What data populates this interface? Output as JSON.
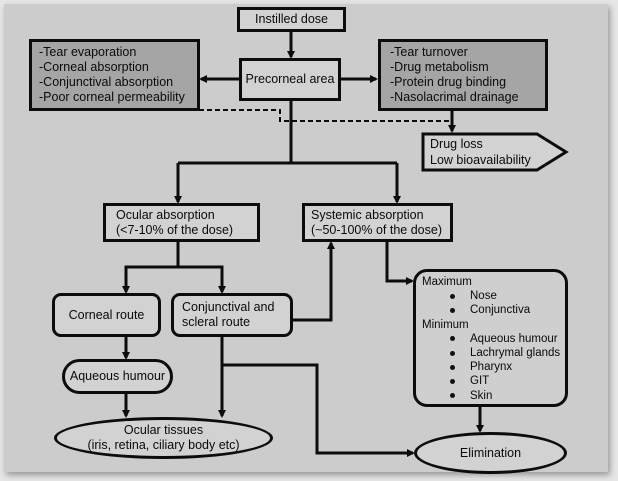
{
  "diagram": {
    "instilled_dose": "Instilled dose",
    "precorneal_area": "Precorneal area",
    "left_losses": [
      "-Tear evaporation",
      "-Corneal absorption",
      "-Conjunctival absorption",
      "-Poor corneal permeability"
    ],
    "right_losses": [
      "-Tear turnover",
      "-Drug metabolism",
      "-Protein drug binding",
      "-Nasolacrimal drainage"
    ],
    "drug_loss": {
      "line1": "Drug loss",
      "line2": "Low bioavailability"
    },
    "ocular_absorption": {
      "line1": "Ocular absorption",
      "line2": "(<7-10% of the dose)"
    },
    "systemic_absorption": {
      "line1": "Systemic absorption",
      "line2": "(~50-100% of the dose)"
    },
    "corneal_route": "Corneal route",
    "conjunctival_route": {
      "line1": "Conjunctival and",
      "line2": "scleral route"
    },
    "aqueous_humour": "Aqueous humour",
    "ocular_tissues": {
      "line1": "Ocular tissues",
      "line2": "(iris, retina, ciliary body etc)"
    },
    "systemic_sites": {
      "maximum_label": "Maximum",
      "maximum_items": [
        "Nose",
        "Conjunctiva"
      ],
      "minimum_label": "Minimum",
      "minimum_items": [
        "Aqueous humour",
        "Lachrymal glands",
        "Pharynx",
        "GIT",
        "Skin"
      ]
    },
    "elimination": "Elimination"
  },
  "colors": {
    "background": "#cccccc",
    "gray_box": "#a5a5a5",
    "stroke": "#0c0c0c"
  }
}
